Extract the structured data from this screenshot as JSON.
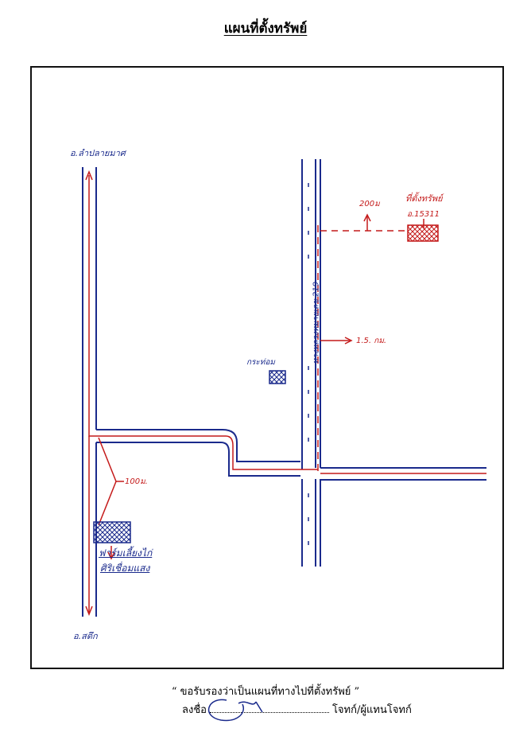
{
  "title": "แผนที่ตั้งทรัพย์",
  "labels": {
    "north_road": "อ.ลำปลายมาศ",
    "south_road": "อ.สตึก",
    "highway": "ทางหลวงหมายเลข 219",
    "property_name": "ที่ตั้งทรัพย์",
    "property_code": "อ.15311",
    "dist_200": "200ม",
    "dist_15": "1.5. กม.",
    "dist_100": "100ม.",
    "krathom": "กระท่อม",
    "farm_line1": "ฟาร์มเลี้ยงไก่",
    "farm_line2": "ศิริเชื่อมแสง"
  },
  "footer": {
    "certification": "“ ขอรับรองว่าเป็นแผนที่ทางไปที่ตั้งทรัพย์ ”",
    "sign_prefix": "ลงชื่อ",
    "sign_role": "โจทก์/ผู้แทนโจทก์"
  },
  "colors": {
    "road": "#1a2a8c",
    "route": "#c41a1a",
    "frame": "#111111"
  }
}
